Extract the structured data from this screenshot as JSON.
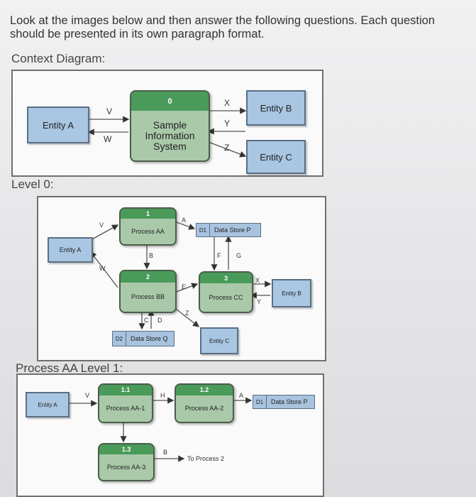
{
  "instructions": [
    "Look at the images below and then answer the following questions. Each question",
    "should be presented in its own paragraph format."
  ],
  "sections": {
    "context": "Context Diagram:",
    "level0": "Level 0:",
    "level1": "Process AA Level 1:"
  },
  "context": {
    "entity_a": "Entity A",
    "entity_b": "Entity B",
    "entity_c": "Entity C",
    "process_number": "0",
    "process_name": [
      "Sample",
      "Information",
      "System"
    ],
    "flows": {
      "v": "V",
      "w": "W",
      "x": "X",
      "y": "Y",
      "z": "Z"
    }
  },
  "level0": {
    "entity_a": "Entity A",
    "entity_b": "Entity B",
    "entity_c": "Entity C",
    "p1_num": "1",
    "p1_name": "Process AA",
    "p2_num": "2",
    "p2_name": "Process BB",
    "p3_num": "3",
    "p3_name": "Process CC",
    "d1_id": "D1",
    "d1_name": "Data Store P",
    "d2_id": "D2",
    "d2_name": "Data Store Q",
    "flows": {
      "a": "A",
      "b": "B",
      "c": "C",
      "d": "D",
      "e": "E",
      "f": "F",
      "g": "G",
      "v": "V",
      "w": "W",
      "x": "X",
      "y": "Y",
      "z": "Z"
    }
  },
  "level1": {
    "entity_a": "Entity A",
    "p11_num": "1.1",
    "p11_name": "Process AA-1",
    "p12_num": "1.2",
    "p12_name": "Process AA-2",
    "p13_num": "1.3",
    "p13_name": "Process AA-3",
    "d1_id": "D1",
    "d1_name": "Data Store P",
    "to_process": "To Process 2",
    "flows": {
      "a": "A",
      "b": "B",
      "h": "H",
      "v": "V"
    }
  }
}
